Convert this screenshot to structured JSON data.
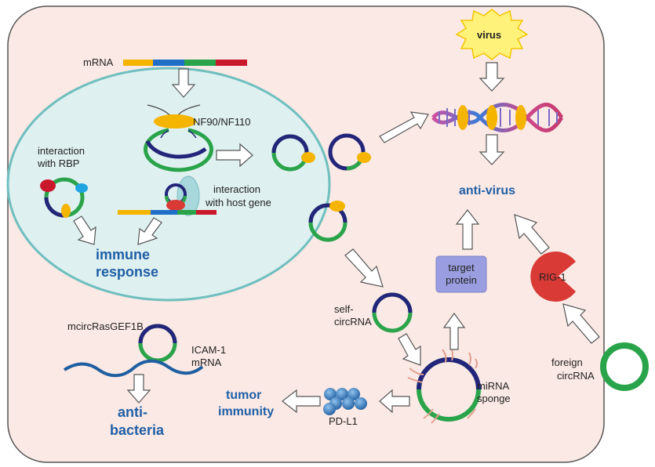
{
  "labels": {
    "mrna": "mRNA",
    "nf90": "NF90/NF110",
    "interaction_rbp_line1": "interaction",
    "interaction_rbp_line2": "with RBP",
    "interaction_host_line1": "interaction",
    "interaction_host_line2": "with host gene",
    "immune_line1": "immune",
    "immune_line2": "response",
    "virus": "virus",
    "anti_virus": "anti-virus",
    "target_line1": "target",
    "target_line2": "protein",
    "rig1": "RIG-1",
    "self_line1": "self-",
    "self_line2": "circRNA",
    "foreign_line1": "foreign",
    "foreign_line2": "circRNA",
    "mcirc": "mcircRasGEF1B",
    "icam_line1": "ICAM-1",
    "icam_line2": "mRNA",
    "antibact_line1": "anti-",
    "antibact_line2": "bacteria",
    "tumor_line1": "tumor",
    "tumor_line2": "immunity",
    "pdl1": "PD-L1",
    "mirna_line1": "miRNA",
    "mirna_line2": "sponge"
  },
  "colors": {
    "cell_fill": "#fbe9e5",
    "nucleus_fill": "#dff0f0",
    "nucleus_stroke": "#6fbfbf",
    "circ_blue": "#23257a",
    "circ_green": "#2aa44a",
    "protein_yellow": "#f5b400",
    "text_blue": "#1f5fa6",
    "rig1_red": "#d93a35",
    "target_purple": "#9a9ddf"
  }
}
